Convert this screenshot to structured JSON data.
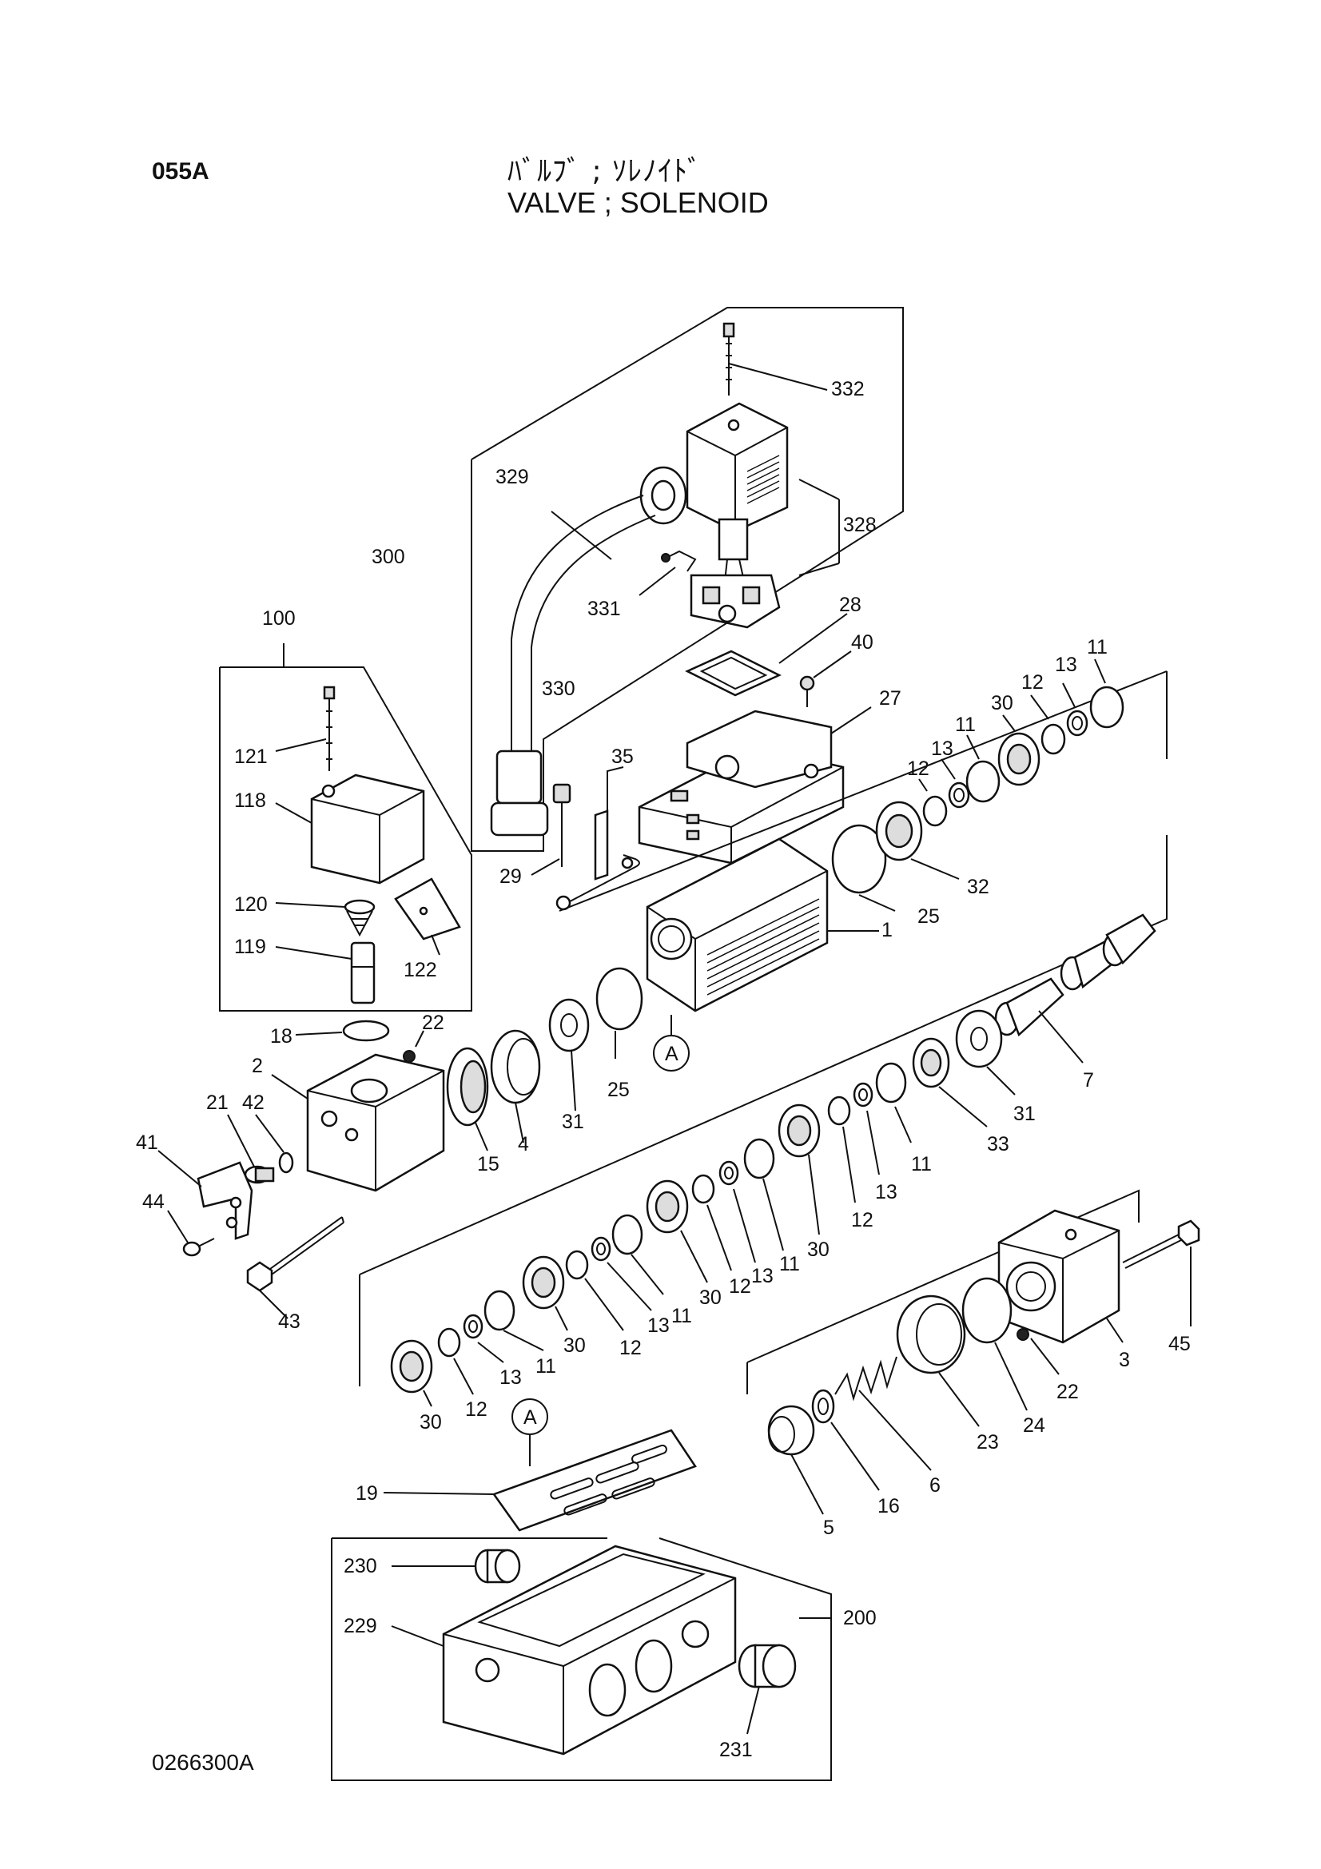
{
  "header": {
    "code": "055A",
    "title_jp": "ﾊﾞﾙﾌﾞ ; ｿﾚﾉｲﾄﾞ",
    "title_en": "VALVE ; SOLENOID"
  },
  "footer": {
    "code": "0266300A"
  },
  "callouts": {
    "c332": "332",
    "c329": "329",
    "c328": "328",
    "c300": "300",
    "c331": "331",
    "c28": "28",
    "c40": "40",
    "c27": "27",
    "c100": "100",
    "c330": "330",
    "c121": "121",
    "c118": "118",
    "c35": "35",
    "c120": "120",
    "c119": "119",
    "c122": "122",
    "c29": "29",
    "c1": "1",
    "c25a": "25",
    "c25b": "25",
    "c32": "32",
    "c12a": "12",
    "c13a": "13",
    "c11a": "11",
    "c30a": "30",
    "c12b": "12",
    "c13b": "13",
    "c11b": "11",
    "c18": "18",
    "c22a": "22",
    "c2": "2",
    "c21": "21",
    "c42": "42",
    "c41": "41",
    "c44": "44",
    "c43": "43",
    "c15": "15",
    "c4": "4",
    "c31a": "31",
    "cA1": "A",
    "c7": "7",
    "c31b": "31",
    "c33": "33",
    "c11c": "11",
    "c13c": "13",
    "c12c": "12",
    "c30b": "30",
    "c11d": "11",
    "c13d": "13",
    "c12d": "12",
    "c30c": "30",
    "c11e": "11",
    "c13e": "13",
    "c12e": "12",
    "c30d": "30",
    "c11f": "11",
    "c13f": "13",
    "c12f": "12",
    "c30e": "30",
    "c45": "45",
    "c22b": "22",
    "c3": "3",
    "c24": "24",
    "c23": "23",
    "c6": "6",
    "c16": "16",
    "c5": "5",
    "cA2": "A",
    "c19": "19",
    "c230": "230",
    "c229": "229",
    "c200": "200",
    "c231": "231"
  }
}
